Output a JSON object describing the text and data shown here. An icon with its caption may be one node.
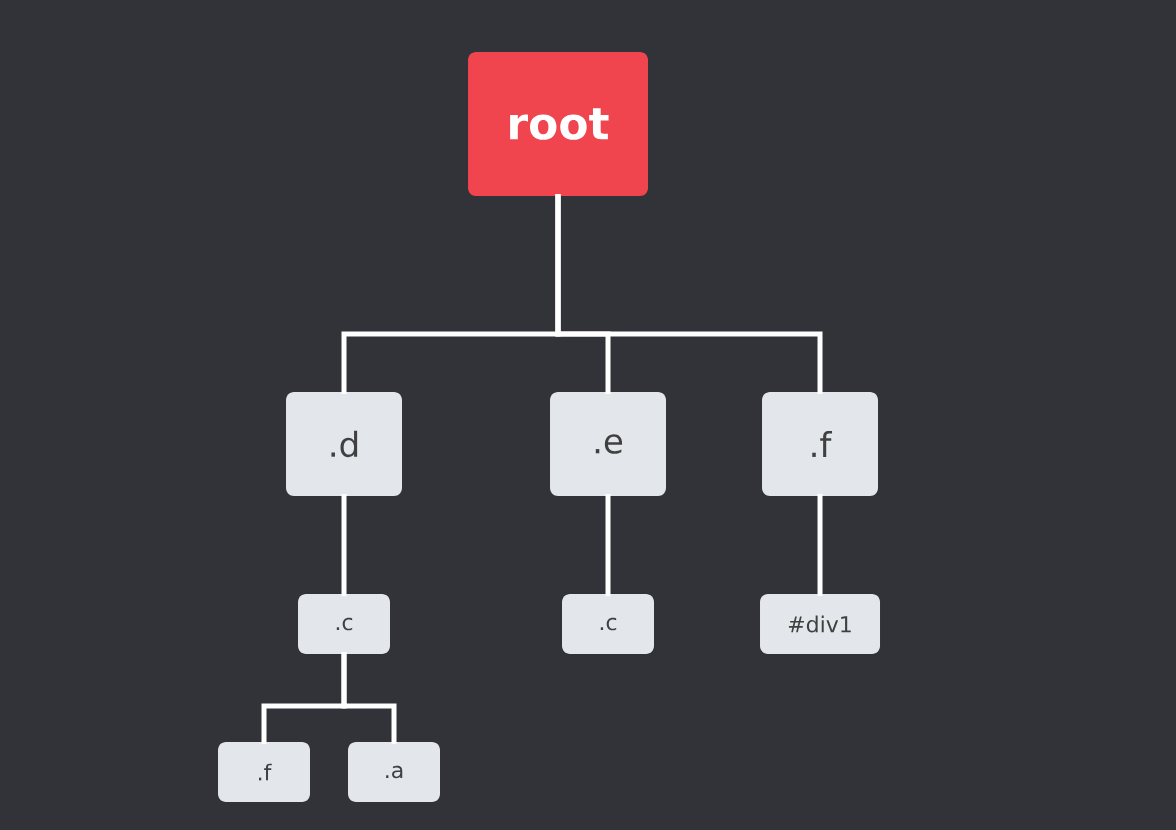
{
  "diagram": {
    "nodes": [
      {
        "text": [
          "root"
        ]
      },
      {
        "text": [
          ".d"
        ]
      },
      {
        "text": [
          ".e"
        ]
      },
      {
        "text": [
          ".f"
        ]
      },
      {
        "text": [
          ".c"
        ]
      },
      {
        "text": [
          ".c"
        ]
      },
      {
        "text": [
          "#div1"
        ]
      },
      {
        "text": [
          ".f"
        ]
      },
      {
        "text": [
          ".a"
        ]
      }
    ],
    "edges": [
      {
        "from": 0,
        "to": 1,
        "arrow": "none"
      },
      {
        "from": 0,
        "to": 2,
        "arrow": "none"
      },
      {
        "from": 0,
        "to": 3,
        "arrow": "none"
      },
      {
        "from": 1,
        "to": 4,
        "arrow": "none"
      },
      {
        "from": 2,
        "to": 5,
        "arrow": "none"
      },
      {
        "from": 3,
        "to": 6,
        "arrow": "none"
      },
      {
        "from": 4,
        "to": 7,
        "arrow": "none"
      },
      {
        "from": 4,
        "to": 8,
        "arrow": "none"
      }
    ]
  }
}
